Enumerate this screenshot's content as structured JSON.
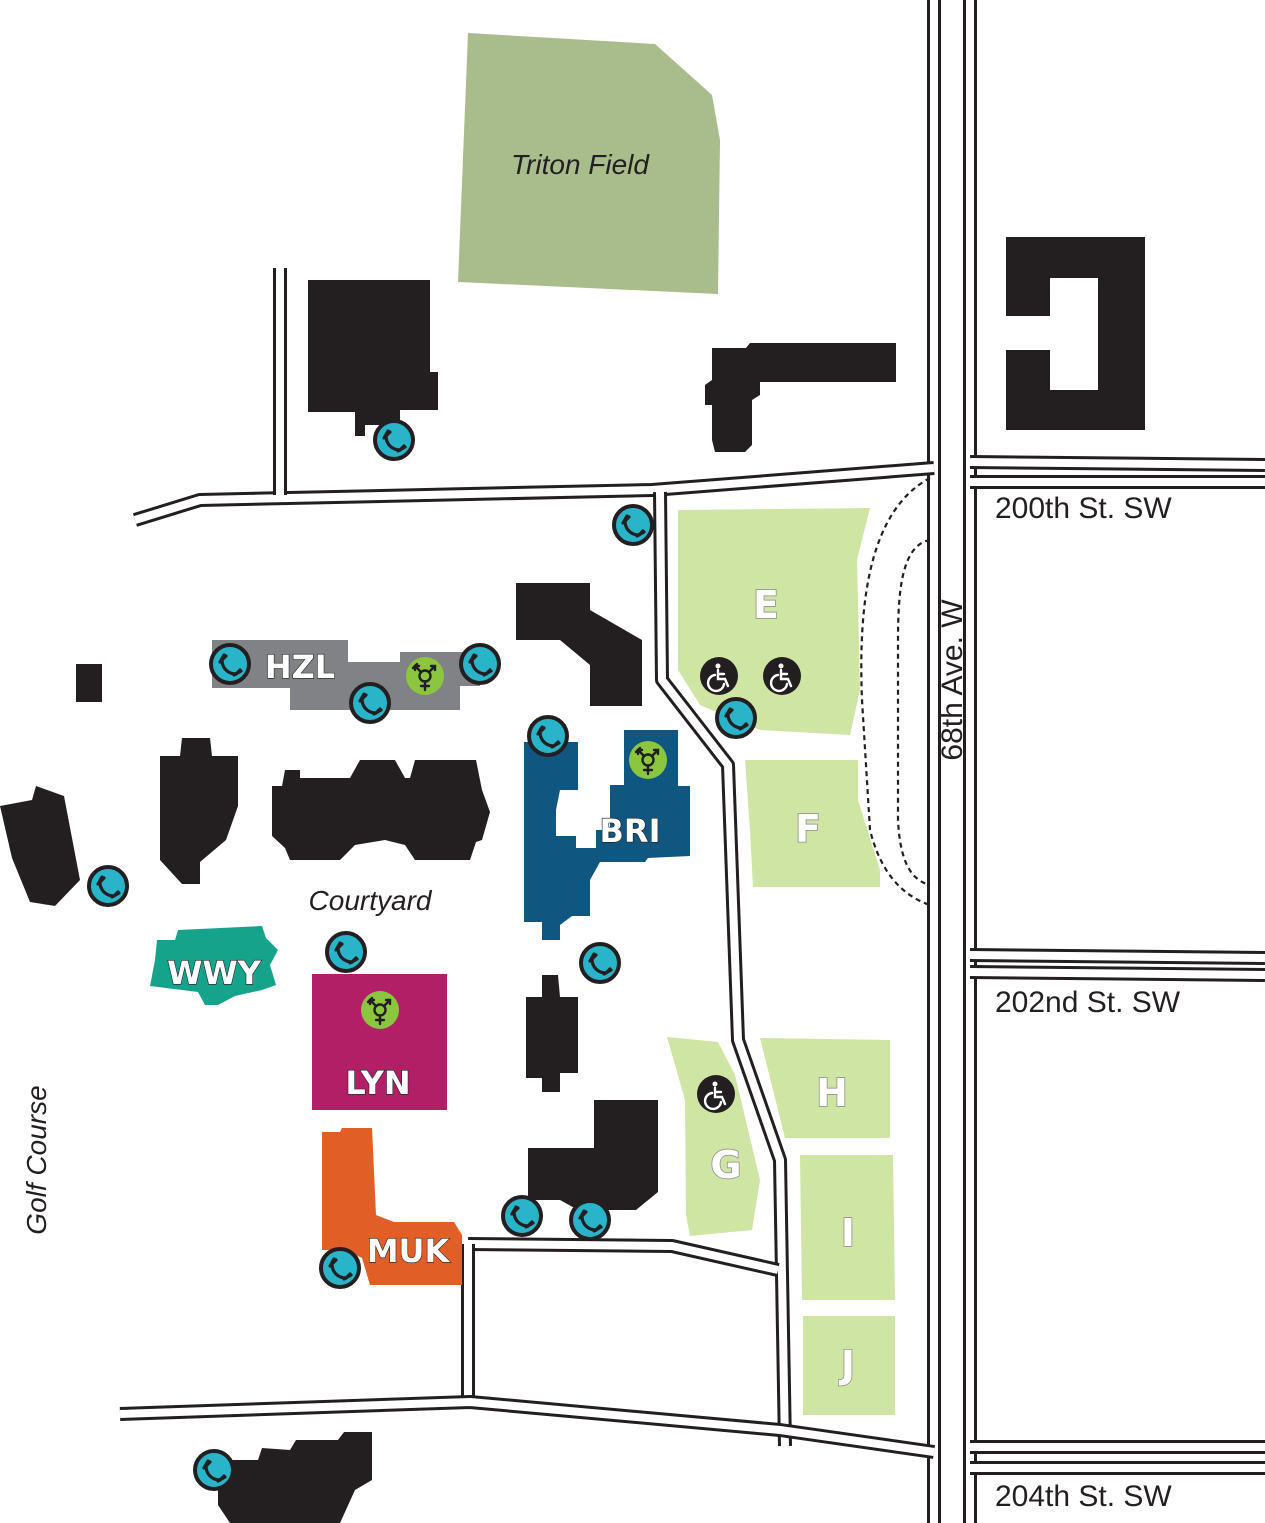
{
  "map": {
    "streets": {
      "st200": "200th St. SW",
      "st202": "202nd St. SW",
      "st204": "204th St. SW",
      "ave68": "68th Ave. W"
    },
    "areas": {
      "triton_field": "Triton Field",
      "courtyard": "Courtyard",
      "golf_course": "Golf Course"
    },
    "buildings": {
      "hzl": "HZL",
      "bri": "BRI",
      "wwy": "WWY",
      "lyn": "LYN",
      "muk": "MUK"
    },
    "parking_lots": {
      "e": "E",
      "f": "F",
      "g": "G",
      "h": "H",
      "i": "I",
      "j": "J"
    },
    "icons": {
      "phone": "emergency-phone-icon",
      "gender": "all-gender-restroom-icon",
      "access": "wheelchair-accessible-icon"
    },
    "colors": {
      "building_default": "#231f20",
      "hzl": "#808285",
      "bri": "#0f5680",
      "wwy": "#16a38c",
      "lyn": "#b21f66",
      "muk": "#e15f27",
      "triton_field": "#a9bd8c",
      "parking": "#cfe5a4",
      "phone": "#2ab4c9",
      "gender": "#8cc63f"
    }
  }
}
